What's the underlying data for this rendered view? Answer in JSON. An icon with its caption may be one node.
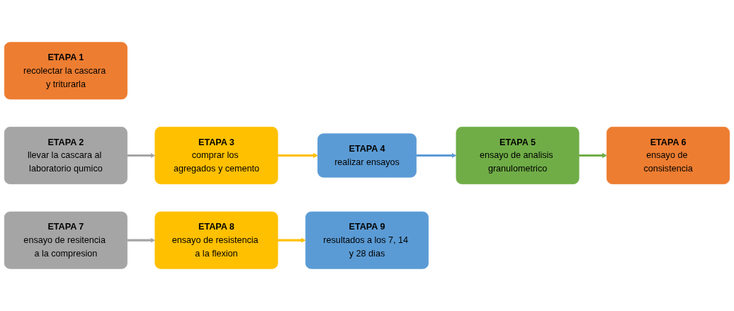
{
  "diagram": {
    "nodes": [
      {
        "text": [
          "ETAPA 1",
          "recolectar la cascara y triturarla"
        ]
      },
      {
        "text": [
          "ETAPA 2",
          "llevar la cascara al laboratorio qumico"
        ]
      },
      {
        "text": [
          "ETAPA 3",
          "comprar los agregados y cemento"
        ]
      },
      {
        "text": [
          "ETAPA 4",
          "realizar ensayos"
        ]
      },
      {
        "text": [
          "ETAPA 5",
          "ensayo de analisis granulometrico"
        ]
      },
      {
        "text": [
          "ETAPA 6",
          "ensayo de consistencia"
        ]
      },
      {
        "text": [
          "ETAPA 7",
          "ensayo de resitencia a la compresion"
        ]
      },
      {
        "text": [
          "ETAPA 8",
          "ensayo de resistencia a la flexion"
        ]
      },
      {
        "text": [
          "ETAPA 9",
          "resultados a los 7, 14 y 28 dias"
        ]
      }
    ],
    "edges": [
      {
        "from": 1,
        "to": 2,
        "arrow": "to",
        "color": "#a5a5a5"
      },
      {
        "from": 2,
        "to": 3,
        "arrow": "to",
        "color": "#ffc000"
      },
      {
        "from": 3,
        "to": 4,
        "arrow": "to",
        "color": "#5b9bd5"
      },
      {
        "from": 4,
        "to": 5,
        "arrow": "to",
        "color": "#70ad47"
      },
      {
        "from": 6,
        "to": 7,
        "arrow": "to",
        "color": "#a5a5a5"
      },
      {
        "from": 7,
        "to": 8,
        "arrow": "to",
        "color": "#ffc000"
      }
    ]
  }
}
